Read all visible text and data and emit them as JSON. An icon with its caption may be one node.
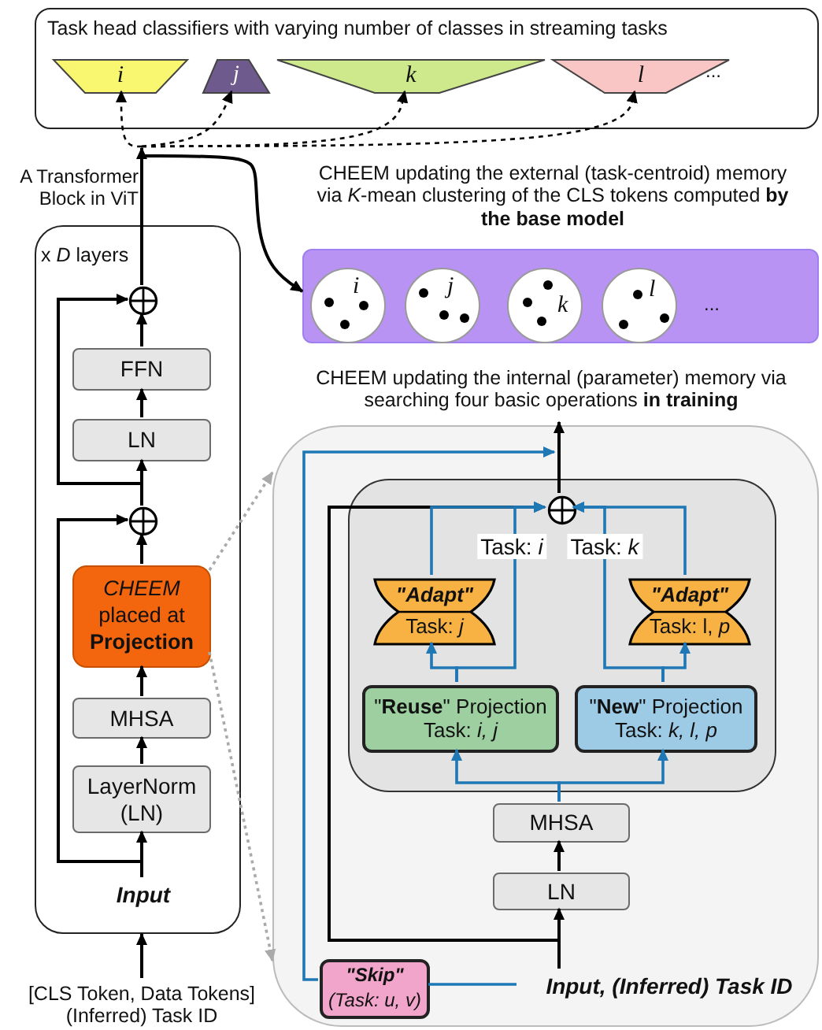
{
  "diagram": {
    "nodes": [
      {
        "text": [
          "Task head classifiers with varying number of classes in streaming tasks"
        ]
      },
      {
        "text": [
          "i"
        ],
        "in": 0
      },
      {
        "text": [
          "j"
        ],
        "in": 0
      },
      {
        "text": [
          "k"
        ],
        "in": 0
      },
      {
        "text": [
          "l"
        ],
        "in": 0
      },
      {
        "text": [
          "A Transformer Block in ViT",
          "x *D* layers"
        ]
      },
      {
        "text": [],
        "shape": "circle",
        "in": 5
      },
      {
        "text": [
          "FFN"
        ],
        "in": 5
      },
      {
        "text": [
          "LN"
        ],
        "in": 5
      },
      {
        "text": [],
        "shape": "circle",
        "in": 5
      },
      {
        "text": [
          "*CHEEM* placed at **Projection**"
        ],
        "in": 5
      },
      {
        "text": [
          "MHSA"
        ],
        "in": 5
      },
      {
        "text": [
          "LayerNorm (LN)"
        ],
        "in": 5
      },
      {
        "text": [
          "Input"
        ],
        "in": 5
      },
      {
        "text": [
          "[CLS Token, Data Tokens] (Inferred) Task ID"
        ]
      },
      {
        "text": [
          "CHEEM updating the external (task-centroid) memory via *K*-mean clustering of the CLS tokens computed **by the base model**"
        ]
      },
      {
        "text": [
          "i"
        ],
        "in": 15
      },
      {
        "text": [
          "j"
        ],
        "in": 15
      },
      {
        "text": [
          "k"
        ],
        "in": 15
      },
      {
        "text": [
          "l"
        ],
        "in": 15
      },
      {
        "text": [
          "CHEEM updating the internal (parameter) memory via searching four basic operations **in training**"
        ]
      },
      {
        "text": [],
        "shape": "box",
        "in": 20
      },
      {
        "text": [],
        "shape": "circle",
        "in": 21
      },
      {
        "text": [
          "\"Adapt\"",
          "Task: *j*"
        ],
        "in": 21
      },
      {
        "text": [
          "\"Adapt\"",
          "Task: l, *p*"
        ],
        "in": 21
      },
      {
        "text": [
          "\"**Reuse**\" Projection",
          "Task: *i, j*"
        ],
        "in": 21
      },
      {
        "text": [
          "\"**New**\" Projection",
          "Task: *k, l, p*"
        ],
        "in": 21
      },
      {
        "text": [
          "MHSA"
        ],
        "in": 20
      },
      {
        "text": [
          "LN"
        ],
        "in": 20
      },
      {
        "text": [
          "\"Skip\"",
          "(Task: u, v)"
        ],
        "in": 20
      },
      {
        "text": [
          "Input, (Inferred) Task ID"
        ],
        "in": 20
      }
    ],
    "edges": [
      {
        "from": 6,
        "to": 1,
        "arrow": "to",
        "style": "dashed"
      },
      {
        "from": 6,
        "to": 2,
        "arrow": "to",
        "style": "dashed"
      },
      {
        "from": 6,
        "to": 3,
        "arrow": "to",
        "style": "dashed"
      },
      {
        "from": 6,
        "to": 4,
        "arrow": "to",
        "style": "dashed"
      },
      {
        "from": 6,
        "to": 15,
        "arrow": "to"
      },
      {
        "from": 14,
        "to": 5,
        "arrow": "to"
      },
      {
        "from": 13,
        "to": 12,
        "arrow": "to"
      },
      {
        "from": 12,
        "to": 11,
        "arrow": "to"
      },
      {
        "from": 11,
        "to": 10,
        "arrow": "to"
      },
      {
        "from": 10,
        "to": 9,
        "arrow": "to"
      },
      {
        "from": 9,
        "to": 8,
        "arrow": "to"
      },
      {
        "from": 8,
        "to": 7,
        "arrow": "to"
      },
      {
        "from": 7,
        "to": 6,
        "arrow": "to"
      },
      {
        "from": 13,
        "to": 9,
        "arrow": "to"
      },
      {
        "from": 9,
        "to": 6,
        "arrow": "to"
      },
      {
        "from": 10,
        "to": 20,
        "arrow": "to",
        "style": "dashed",
        "color": "#aaaaaa"
      },
      {
        "from": 10,
        "to": 20,
        "arrow": "to",
        "style": "dashed",
        "color": "#aaaaaa"
      },
      {
        "from": 30,
        "to": 28,
        "arrow": "to"
      },
      {
        "from": 28,
        "to": 27,
        "arrow": "to"
      },
      {
        "from": 27,
        "to": 25,
        "arrow": "to",
        "color": "#1f77b4"
      },
      {
        "from": 27,
        "to": 26,
        "arrow": "to",
        "color": "#1f77b4"
      },
      {
        "from": 25,
        "to": 23,
        "arrow": "to",
        "color": "#1f77b4"
      },
      {
        "from": 25,
        "to": 22,
        "arrow": "to",
        "label": "Task: *i*",
        "color": "#1f77b4"
      },
      {
        "from": 26,
        "to": 24,
        "arrow": "to",
        "color": "#1f77b4"
      },
      {
        "from": 26,
        "to": 22,
        "arrow": "to",
        "label": "Task: *k*",
        "color": "#1f77b4"
      },
      {
        "from": 23,
        "to": 22,
        "arrow": "to",
        "color": "#1f77b4"
      },
      {
        "from": 24,
        "to": 22,
        "arrow": "to",
        "color": "#1f77b4"
      },
      {
        "from": 30,
        "to": 22,
        "arrow": "to"
      },
      {
        "from": 22,
        "to": null,
        "arrow": "to"
      },
      {
        "from": 30,
        "to": 29,
        "arrow": "none",
        "color": "#1f77b4"
      },
      {
        "from": 29,
        "to": 21,
        "arrow": "to",
        "color": "#1f77b4"
      }
    ],
    "labels": [
      "...",
      "..."
    ]
  }
}
